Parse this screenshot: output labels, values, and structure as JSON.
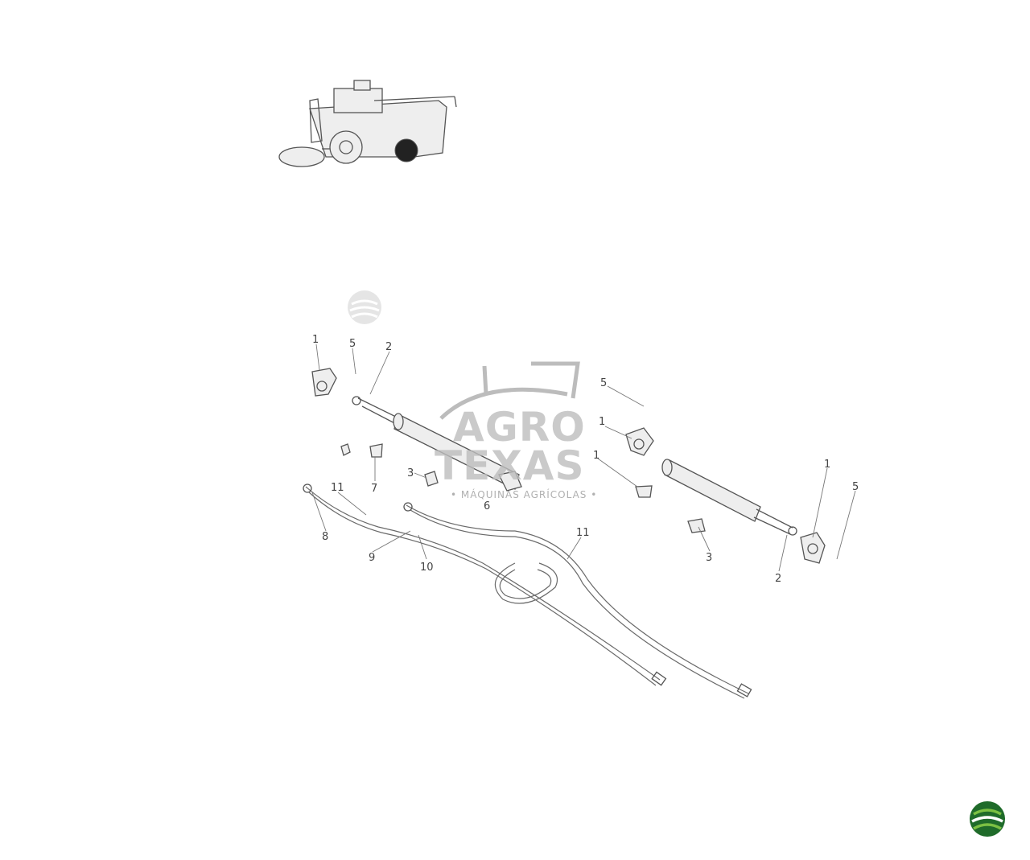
{
  "watermark": {
    "brand_line1": "AGRO",
    "brand_line2": "TEXAS",
    "tagline": "• MÁQUINAS AGRÍCOLAS •"
  },
  "callouts": {
    "c1a": "1",
    "c1b": "1",
    "c1c": "1",
    "c1d": "1",
    "c2a": "2",
    "c2b": "2",
    "c3a": "3",
    "c3b": "3",
    "c5a": "5",
    "c5b": "5",
    "c5c": "5",
    "c6": "6",
    "c7": "7",
    "c8": "8",
    "c9": "9",
    "c10": "10",
    "c11a": "11",
    "c11b": "11"
  },
  "colors": {
    "logo_green_dark": "#1f6b2a",
    "logo_green_light": "#7cc043",
    "line_gray": "#555555"
  },
  "icons": {
    "combine": "combine-harvester-icon",
    "logo_faded": "agrotexas-logo-icon",
    "logo_corner": "agrotexas-logo-icon"
  }
}
